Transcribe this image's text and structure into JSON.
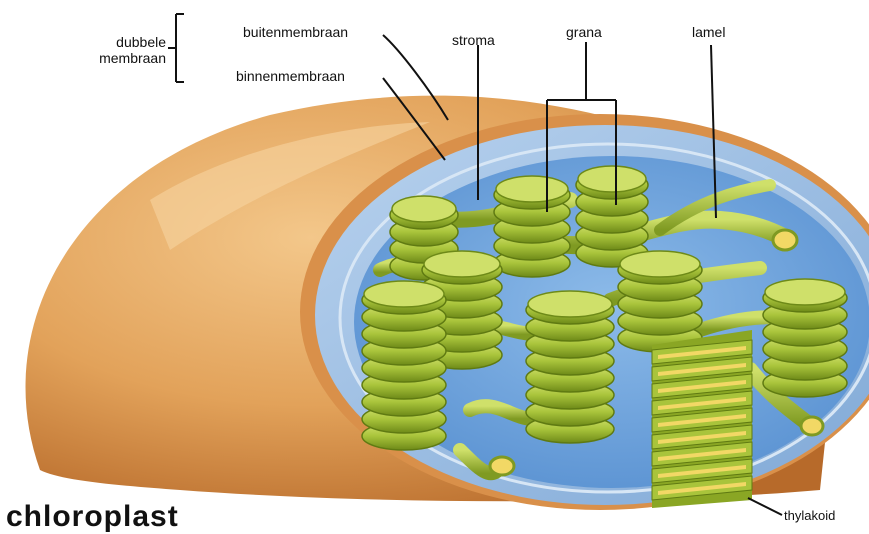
{
  "title": "chloroplast",
  "labels": {
    "double_membrane": [
      "dubbele",
      "membraan"
    ],
    "outer_membrane": "buitenmembraan",
    "inner_membrane": "binnenmembraan",
    "stroma": "stroma",
    "grana": "grana",
    "lamella": "lamel",
    "thylakoid": "thylakoid"
  },
  "colors": {
    "outer_membrane": "#e2a25a",
    "inner_membrane": "#9cc0e3",
    "stroma": "#6aa0dc",
    "granum": "#a9c43b",
    "granum_dark": "#5f7a12",
    "lamella": "#a8c240",
    "thylakoid_lumen": "#f2d865"
  }
}
